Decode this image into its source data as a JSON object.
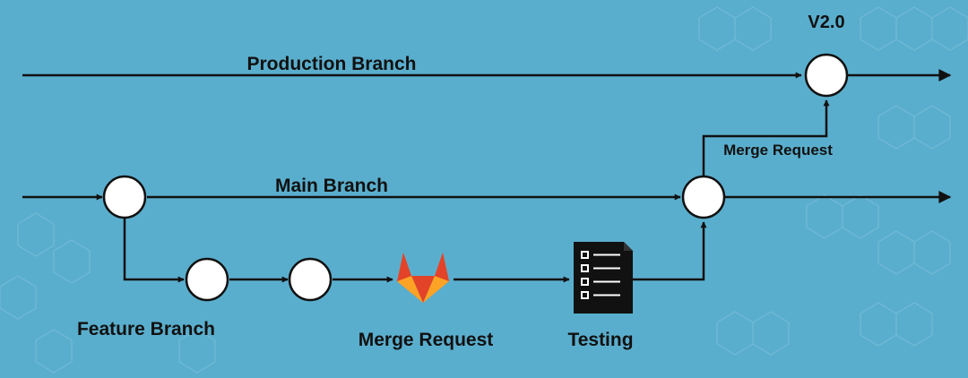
{
  "colors": {
    "background": "#5aaecd",
    "line": "#111111",
    "node_fill": "#ffffff",
    "hex_pattern": "#8cc9e0",
    "gitlab_orange": "#e24329",
    "gitlab_light": "#fc6d26",
    "gitlab_yellow": "#fca326",
    "doc": "#111111"
  },
  "labels": {
    "version": "V2.0",
    "production_branch": "Production Branch",
    "main_branch": "Main Branch",
    "merge_request_top": "Merge Request",
    "feature_branch": "Feature Branch",
    "merge_request_bottom": "Merge Request",
    "testing": "Testing"
  },
  "icons": {
    "gitlab": "gitlab-logo-icon",
    "testing": "checklist-document-icon"
  }
}
